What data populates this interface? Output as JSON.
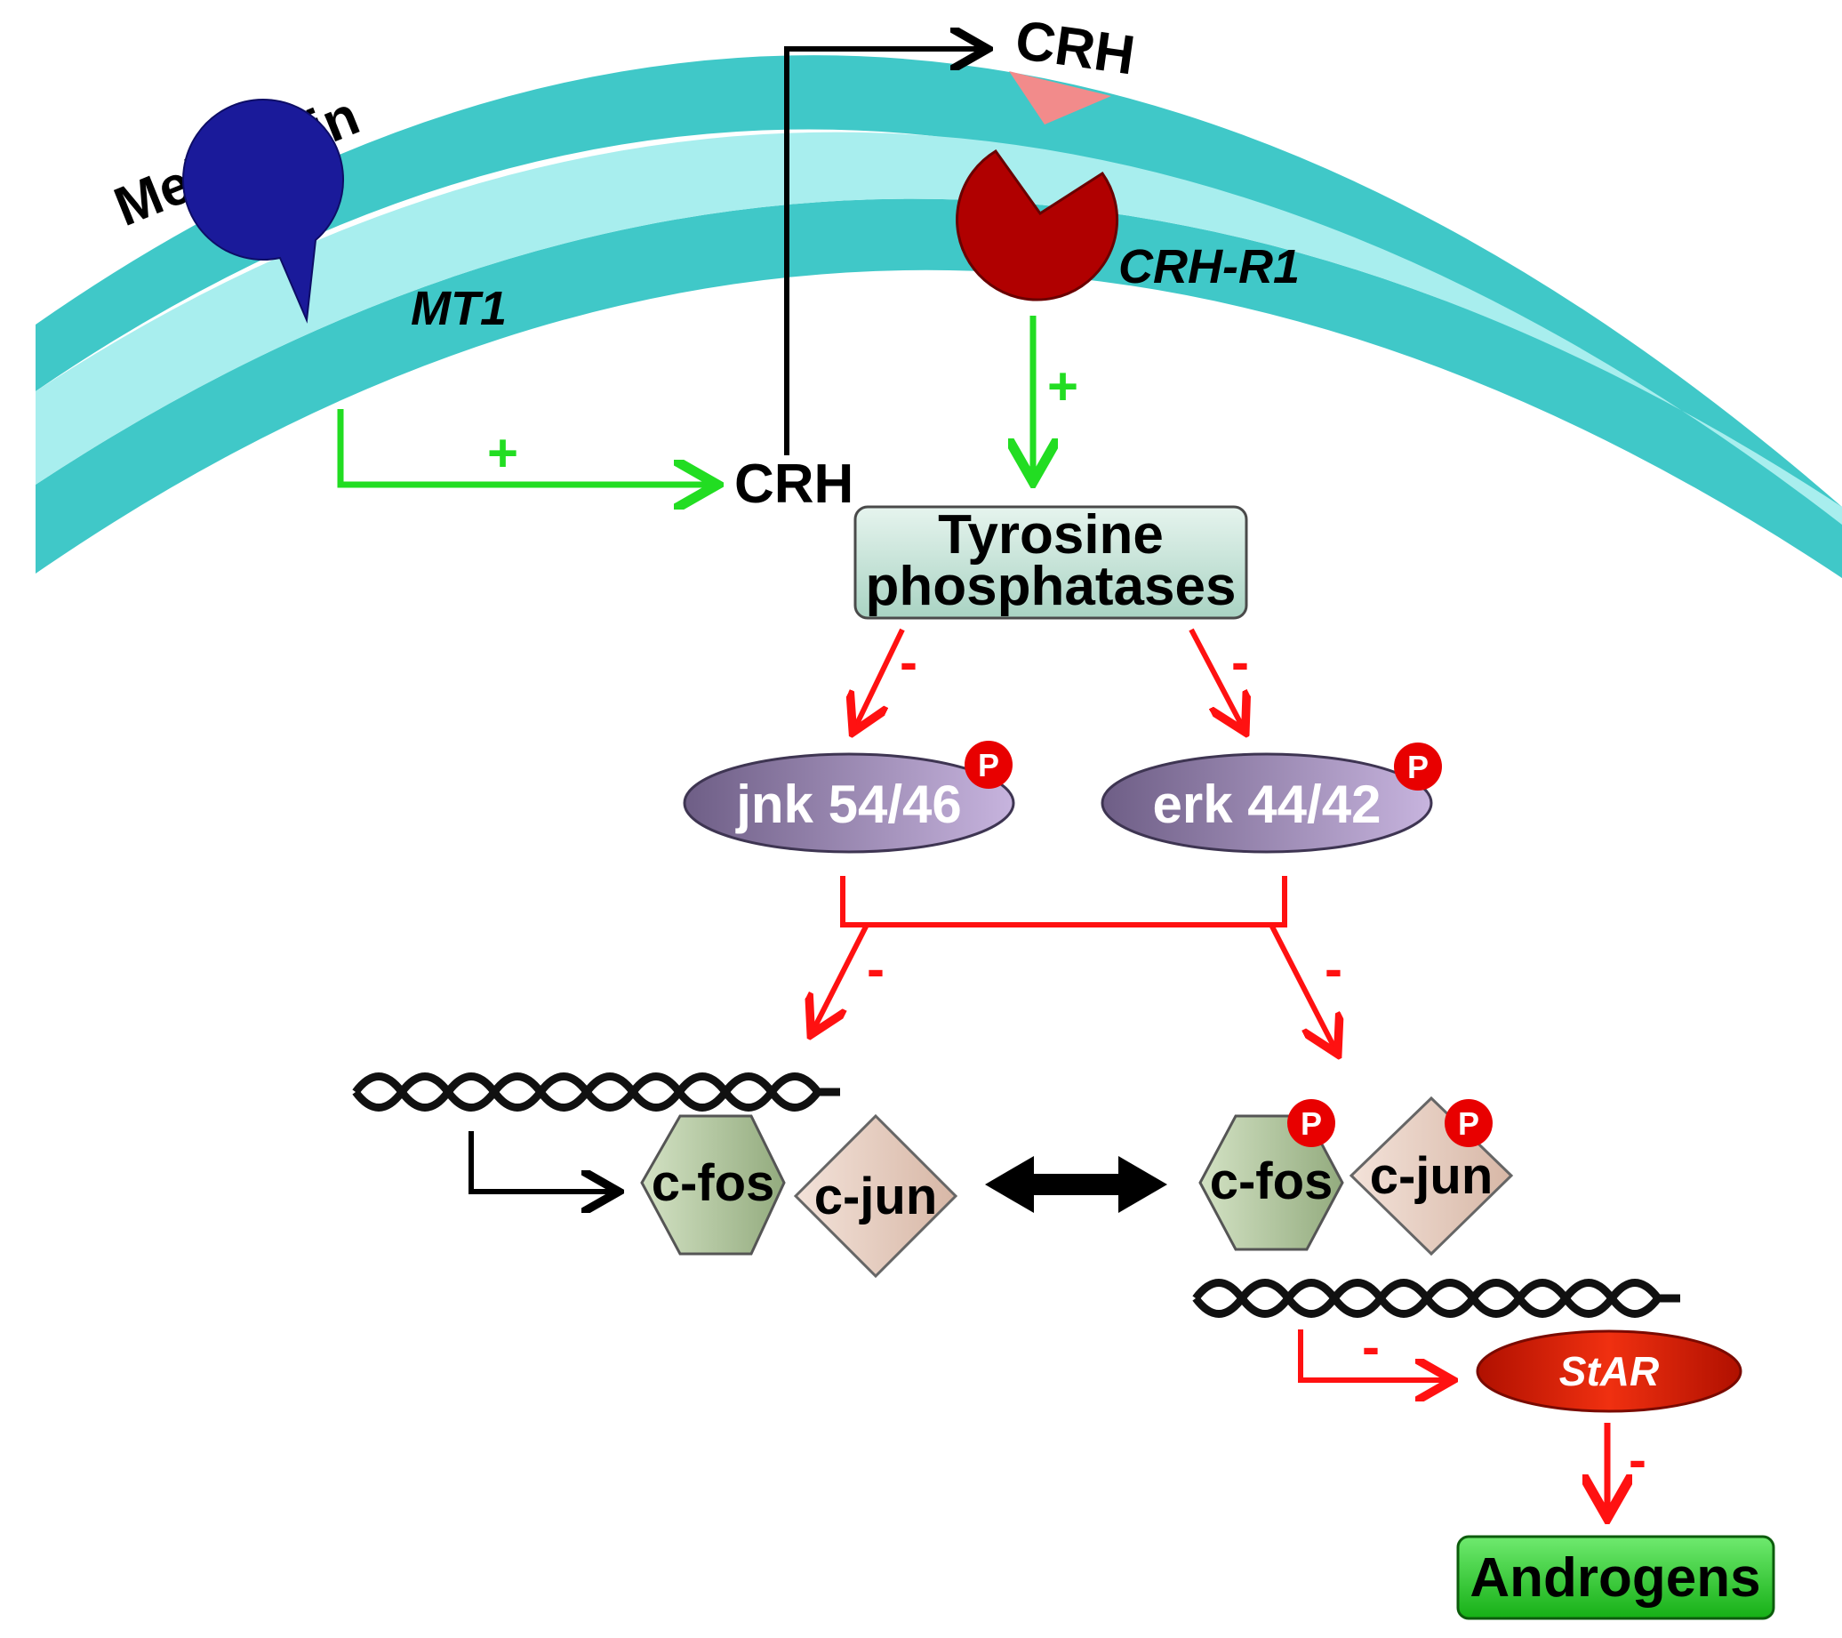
{
  "diagram": {
    "labels": {
      "melatonin": "Melatonin",
      "mt1": "MT1",
      "crh_secreted": "CRH",
      "crh_r1": "CRH-R1",
      "crh_internal": "CRH",
      "tyrosine_line1": "Tyrosine",
      "tyrosine_line2": "phosphatases",
      "jnk": "jnk 54/46",
      "erk": "erk 44/42",
      "cfos_left": "c-fos",
      "cjun_left": "c-jun",
      "cfos_right": "c-fos",
      "cjun_right": "c-jun",
      "star": "StAR",
      "androgens": "Androgens",
      "phospho": "P"
    },
    "signs": {
      "mt1_to_crh": "+",
      "crhr1_to_tyrosine": "+",
      "tyrosine_to_jnk": "-",
      "tyrosine_to_erk": "-",
      "to_left_complex": "-",
      "to_right_complex": "-",
      "dna_to_star": "-",
      "star_to_androgens": "-"
    },
    "colors": {
      "membrane_outer": "#40C8C8",
      "membrane_inner": "#A8EEEE",
      "melatonin": "#1565C0",
      "mt1_receptor": "#1A1A9A",
      "crh_ligand": "#F28B8B",
      "crh_r1_receptor": "#B00000",
      "activation": "#22DD22",
      "inhibition": "#FF1111",
      "neutral": "#000000",
      "tyrosine_box": "#C8E6DC",
      "kinase": "#8E7BA8",
      "cfos": "#B5C9A3",
      "cjun": "#E8CFC2",
      "star": "#D81A00",
      "androgens": "#2ECC40"
    }
  }
}
